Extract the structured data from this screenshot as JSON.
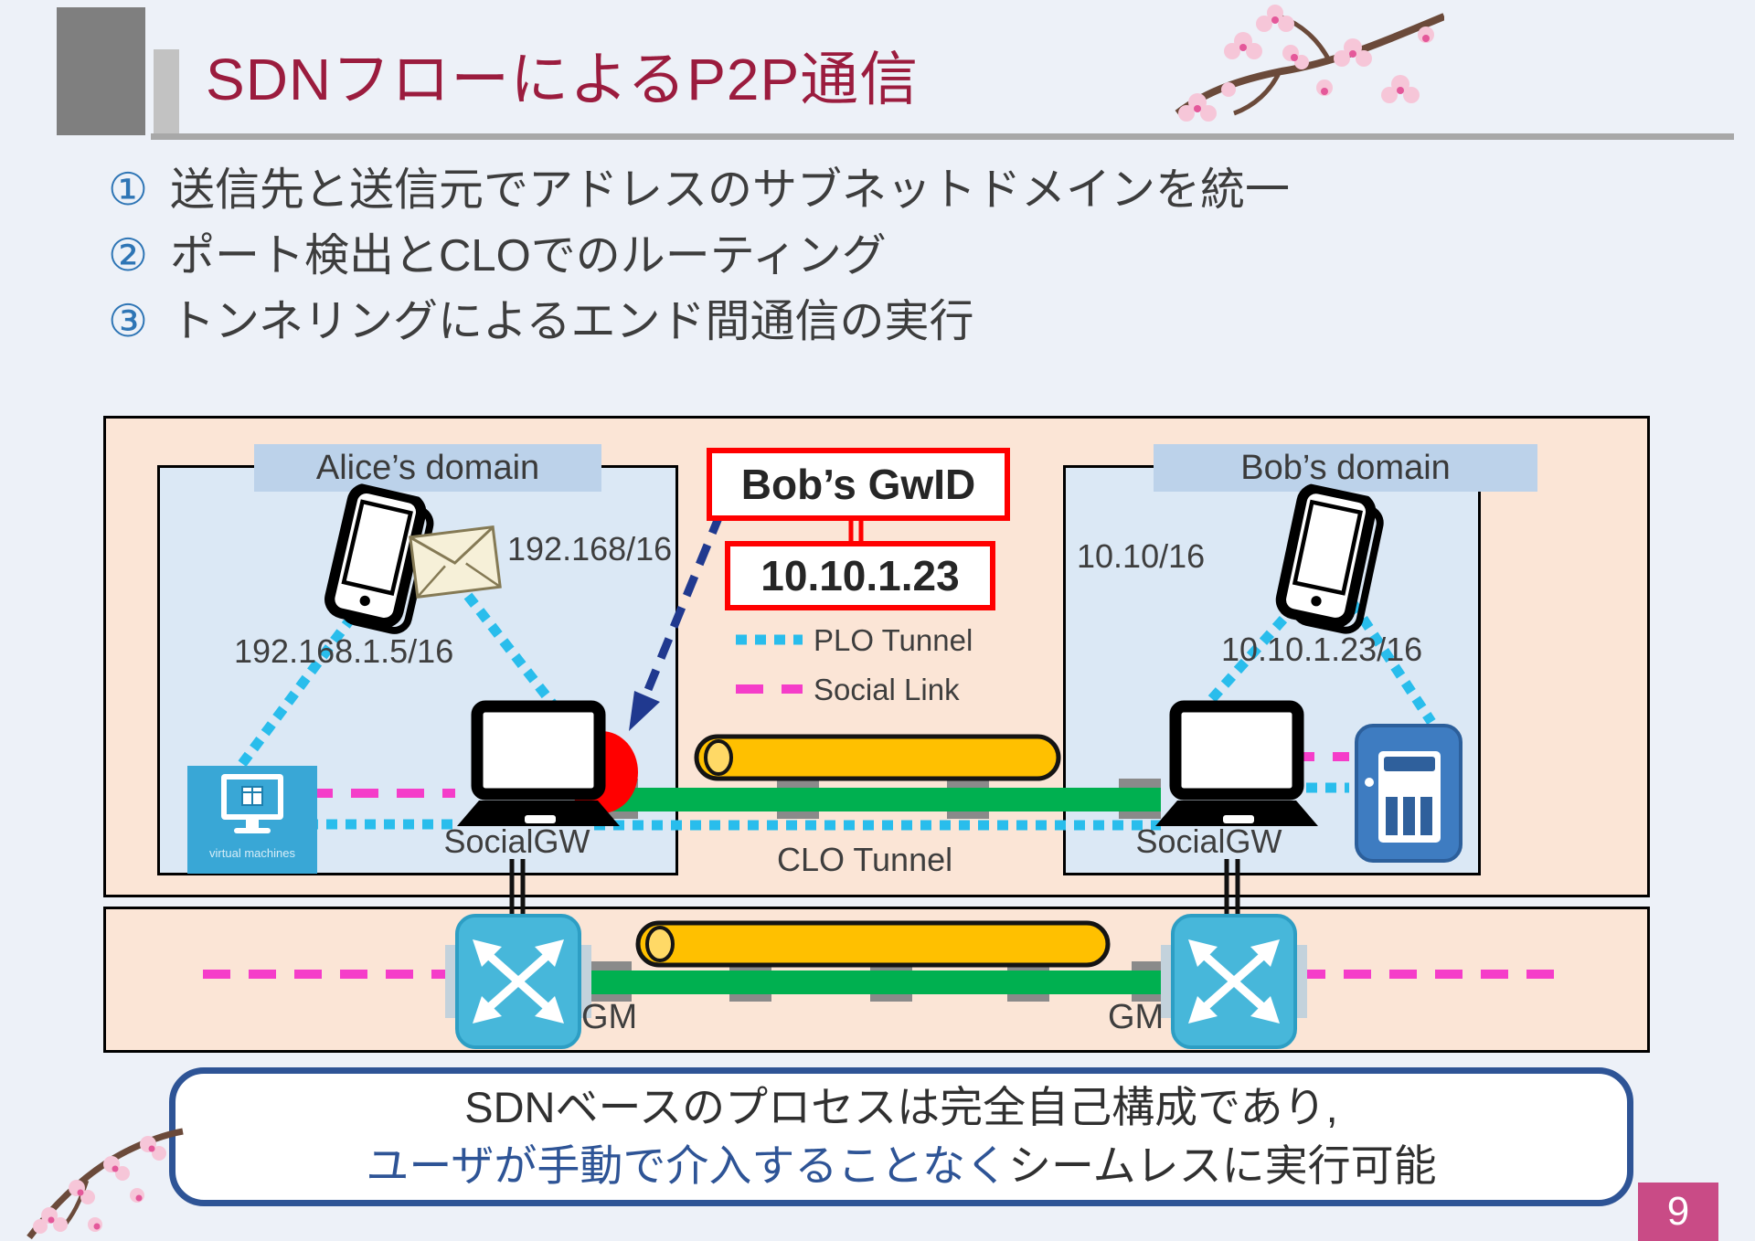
{
  "slide": {
    "title": "SDNフローによるP2P通信",
    "page_number": "9"
  },
  "bullets": [
    {
      "num": "①",
      "text": "送信先と送信元でアドレスのサブネットドメインを統一"
    },
    {
      "num": "②",
      "text": "ポート検出とCLOでのルーティング"
    },
    {
      "num": "③",
      "text": "トンネリングによるエンド間通信の実行"
    }
  ],
  "diagram": {
    "alice_domain": {
      "title": "Alice’s domain",
      "subnet": "192.168/16",
      "device_ip": "192.168.1.5/16",
      "gateway": "SocialGW",
      "vm_caption": "virtual machines"
    },
    "bob_domain": {
      "title": "Bob’s domain",
      "subnet": "10.10/16",
      "device_ip": "10.10.1.23/16",
      "gateway": "SocialGW"
    },
    "gwid_callout": {
      "label": "Bob’s GwID",
      "value": "10.10.1.23"
    },
    "legend": [
      {
        "label": "PLO Tunnel"
      },
      {
        "label": "Social Link"
      }
    ],
    "clo_tunnel_label": "CLO Tunnel",
    "gm_left": "GM",
    "gm_right": "GM"
  },
  "footer": {
    "line1": "SDNベースのプロセスは完全自己構成であり,",
    "line2_highlight": "ユーザが手動で介入することなく",
    "line2_rest": "シームレスに実行可能"
  },
  "colors": {
    "title_maroon": "#9b1c3e",
    "accent_blue": "#2e5496",
    "plo_tunnel_cyan": "#29bdec",
    "social_link_magenta": "#f53dc9",
    "clo_green": "#00b050",
    "pipe_yellow": "#ffc000",
    "callout_red": "#ff0000",
    "page_badge_pink": "#c94b86",
    "diagram_peach": "#fbe5d6",
    "domain_blue": "#dbe8f5"
  }
}
